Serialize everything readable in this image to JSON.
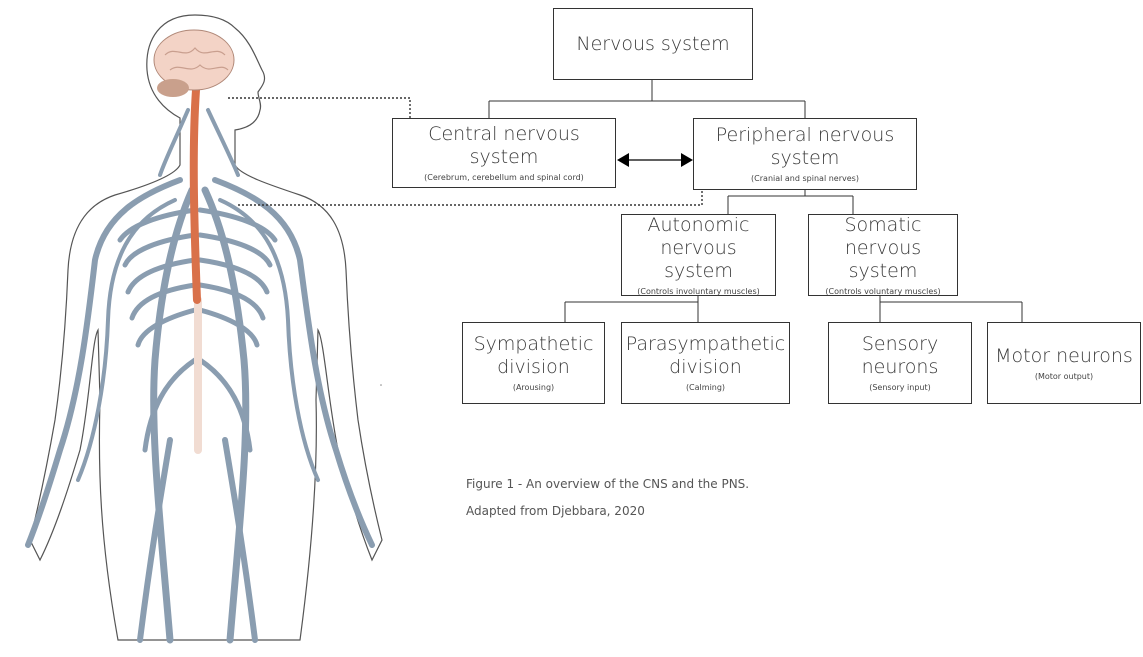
{
  "nodes": {
    "nervous_system": {
      "title": "Nervous system"
    },
    "cns": {
      "title": "Central nervous system",
      "subtitle": "(Cerebrum, cerebellum and spinal cord)"
    },
    "pns": {
      "title": "Peripheral nervous system",
      "subtitle": "(Cranial and spinal nerves)"
    },
    "autonomic": {
      "title": "Autonomic nervous system",
      "subtitle": "(Controls involuntary muscles)"
    },
    "somatic": {
      "title": "Somatic nervous system",
      "subtitle": "(Controls voluntary muscles)"
    },
    "sympathetic": {
      "title": "Sympathetic division",
      "subtitle": "(Arousing)"
    },
    "parasympathetic": {
      "title": "Parasympathetic division",
      "subtitle": "(Calming)"
    },
    "sensory": {
      "title": "Sensory neurons",
      "subtitle": "(Sensory input)"
    },
    "motor": {
      "title": "Motor neurons",
      "subtitle": "(Motor output)"
    }
  },
  "caption": {
    "line1": "Figure 1 - An overview of the CNS and the PNS.",
    "line2": "Adapted from Djebbara, 2020"
  },
  "colors": {
    "nerve": "#8a9db0",
    "spinal_cord": "#d9714a",
    "brain": "#f3d3c6",
    "cerebellum": "#c9a08c",
    "line": "#333333"
  }
}
